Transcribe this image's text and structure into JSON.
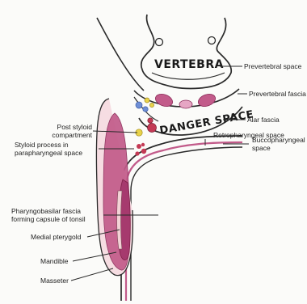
{
  "labels": {
    "vertebra": "VERTEBRA",
    "danger_space": "DANGER SPACE",
    "prevertebral_space": "Prevertebral space",
    "prevertebral_fascia": "Prevertebral fascia",
    "alar_fascia": "Alar fascia",
    "retropharyngeal_space": "Retropharyngeal space",
    "buccopharyngeal_space": "Buccopharyngeal space",
    "post_styloid_compartment": "Post styloid compartment",
    "styloid_process": "Styloid process in parapharyngeal space",
    "pharyngobasilar_fascia": "Pharyngobasilar fascia forming capsule of tonsil",
    "medial_pterygoid": "Medial pterygold",
    "mandible": "Mandible",
    "masseter": "Masseter"
  },
  "colors": {
    "ink": "#2a2a2a",
    "muscle": "#c25b8a",
    "muscle_light": "#e6a6c4",
    "muscle_dark": "#a63a6e",
    "bone": "#f3d2d6",
    "vessel_blue": "#6f8fd6",
    "nerve_yellow": "#e8d24a",
    "red_node": "#c43a55"
  }
}
